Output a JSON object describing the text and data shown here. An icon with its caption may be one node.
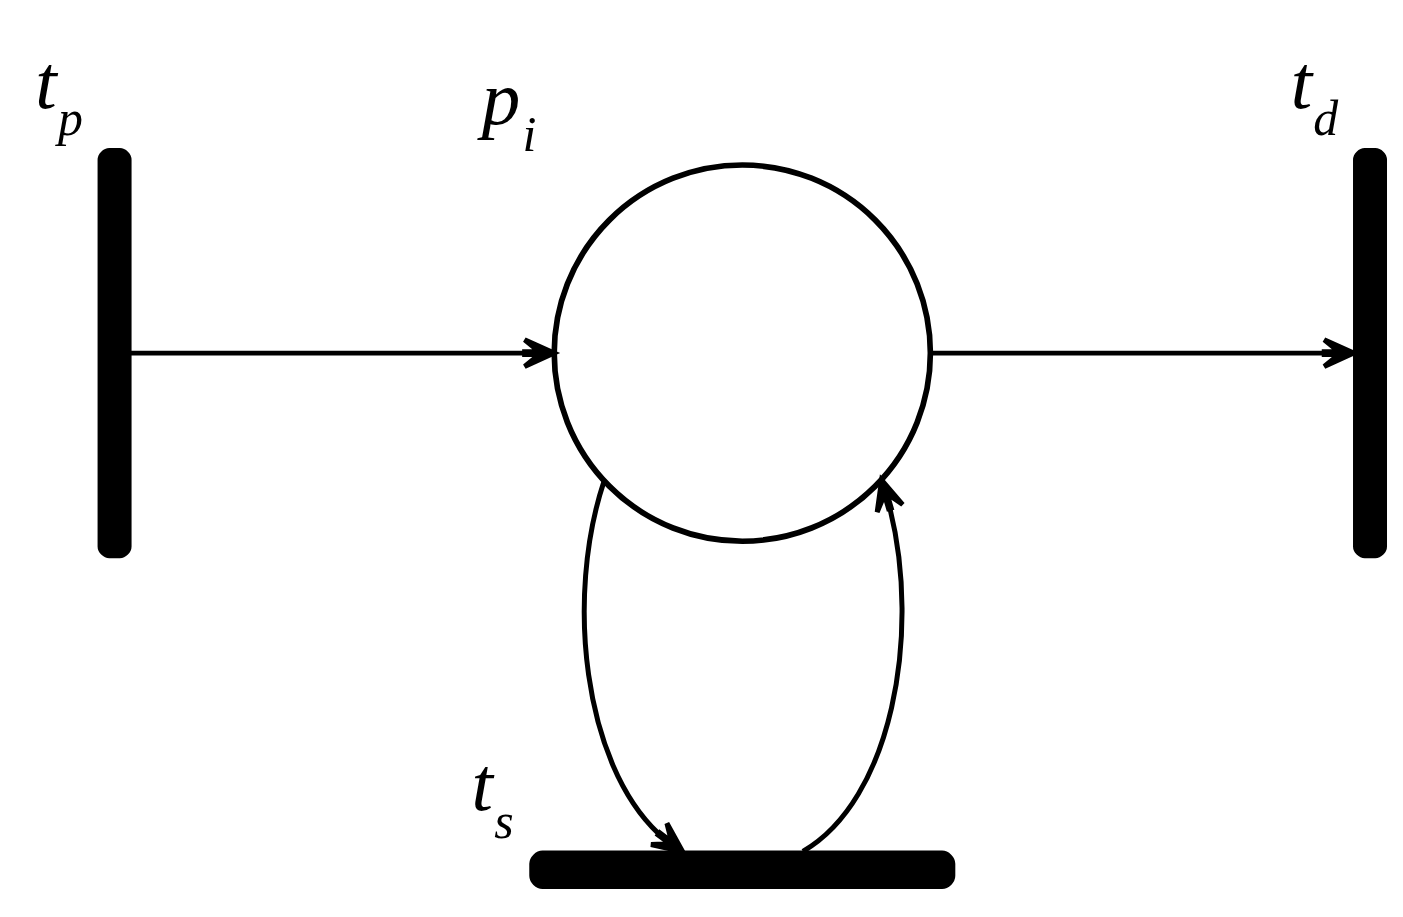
{
  "diagram": {
    "nodes": [
      {
        "text": [
          "t$_{p}$"
        ]
      },
      {
        "text": [
          "p$_{i}$"
        ]
      },
      {
        "text": [
          "t$_{d}$"
        ]
      },
      {
        "text": [
          "t$_{s}$"
        ]
      }
    ],
    "edges": [
      {
        "from": 0,
        "to": 1,
        "arrow": "to"
      },
      {
        "from": 1,
        "to": 2,
        "arrow": "to"
      },
      {
        "from": 1,
        "to": 3,
        "arrow": "to"
      },
      {
        "from": 3,
        "to": 1,
        "arrow": "to"
      }
    ]
  }
}
